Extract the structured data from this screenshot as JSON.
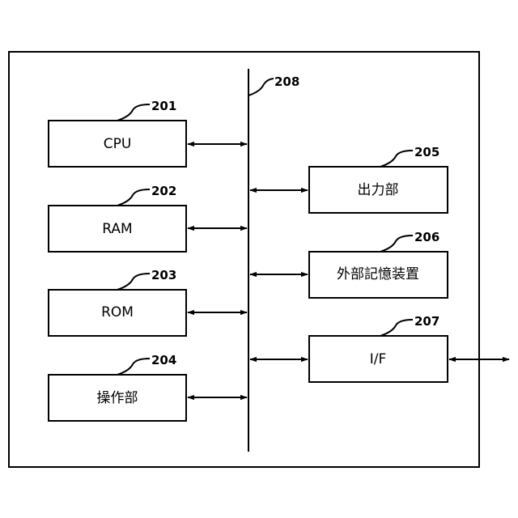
{
  "diagram": {
    "bus_ref": "208",
    "blocks": [
      {
        "ref": "201",
        "label": "CPU"
      },
      {
        "ref": "202",
        "label": "RAM"
      },
      {
        "ref": "203",
        "label": "ROM"
      },
      {
        "ref": "204",
        "label": "操作部"
      },
      {
        "ref": "205",
        "label": "出力部"
      },
      {
        "ref": "206",
        "label": "外部記憶装置"
      },
      {
        "ref": "207",
        "label": "I/F"
      }
    ],
    "connections": [
      {
        "from": "201",
        "to": "208",
        "type": "bidirectional"
      },
      {
        "from": "202",
        "to": "208",
        "type": "bidirectional"
      },
      {
        "from": "203",
        "to": "208",
        "type": "bidirectional"
      },
      {
        "from": "204",
        "to": "208",
        "type": "bidirectional"
      },
      {
        "from": "205",
        "to": "208",
        "type": "bidirectional"
      },
      {
        "from": "206",
        "to": "208",
        "type": "bidirectional"
      },
      {
        "from": "207",
        "to": "208",
        "type": "bidirectional"
      },
      {
        "from": "207",
        "to": "external",
        "type": "bidirectional"
      }
    ]
  }
}
